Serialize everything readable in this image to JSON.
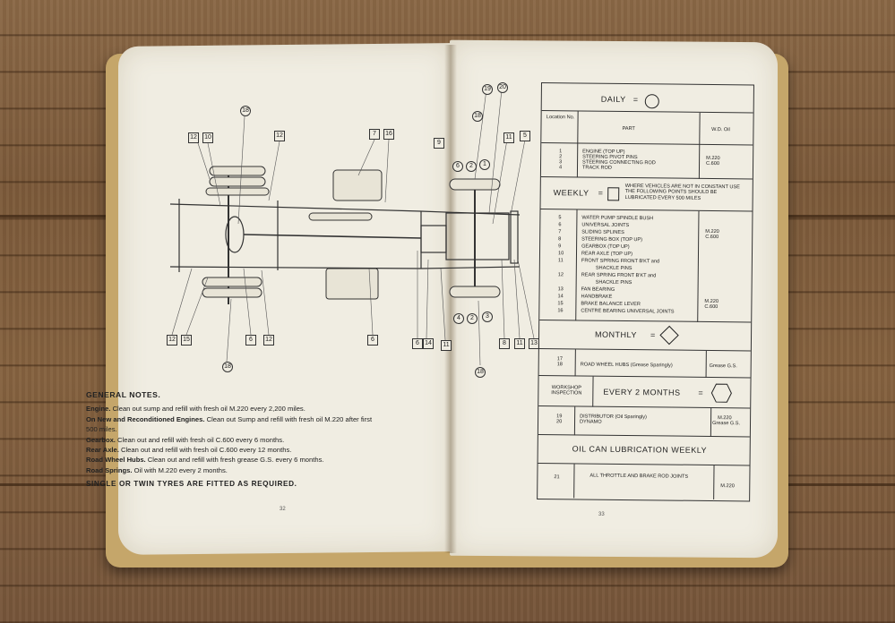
{
  "left_page": {
    "callouts_top": [
      "12",
      "10",
      "18",
      "12",
      "7",
      "16"
    ],
    "callouts_bottom": [
      "12",
      "15",
      "18",
      "6",
      "12",
      "6"
    ],
    "callouts_mid_right": [
      "6",
      "14",
      "11"
    ],
    "general_notes": {
      "title": "GENERAL NOTES.",
      "engine_label": "Engine.",
      "engine_text": "Clean out sump and refill with fresh oil M.220 every 2,200 miles.",
      "new_label": "On New and Reconditioned Engines.",
      "new_text": "Clean out Sump and refill with fresh oil M.220 after first 500 miles.",
      "gearbox_label": "Gearbox.",
      "gearbox_text": "Clean out and refill with fresh oil C.600 every 6 months.",
      "rear_axle_label": "Rear Axle.",
      "rear_axle_text": "Clean out and refill with fresh oil C.600 every 12 months.",
      "hubs_label": "Road Wheel Hubs.",
      "hubs_text": "Clean out and refill with fresh grease G.S. every 6 months.",
      "springs_label": "Road Springs.",
      "springs_text": "Oil with M.220 every 2 months.",
      "final_line": "SINGLE OR TWIN TYRES ARE FITTED AS REQUIRED."
    },
    "page_number": "32"
  },
  "right_page": {
    "callouts_top": [
      "19",
      "20",
      "18",
      "9",
      "11",
      "5"
    ],
    "callouts_mid": [
      "6",
      "2",
      "1"
    ],
    "callouts_bottom": [
      "4",
      "2",
      "3",
      "8",
      "11",
      "13",
      "18"
    ],
    "chart": {
      "daily_label": "DAILY",
      "location_header": "Location No.",
      "part_header": "PART",
      "wd_header": "W.D. Oil",
      "daily_nums": [
        "1",
        "2",
        "3",
        "4"
      ],
      "daily_parts": [
        "ENGINE (TOP UP)",
        "STEERING PIVOT PINS",
        "STEERING CONNECTING ROD",
        "TRACK ROD"
      ],
      "daily_oil": [
        "M.220",
        "C.600"
      ],
      "weekly_label": "WEEKLY",
      "weekly_note": "WHERE VEHICLES ARE NOT IN CONSTANT USE THE FOLLOWING POINTS SHOULD BE LUBRICATED EVERY 500 MILES",
      "weekly_nums": [
        "5",
        "6",
        "7",
        "8",
        "9",
        "10",
        "11",
        "",
        "12",
        "",
        "13",
        "14",
        "15",
        "16"
      ],
      "weekly_parts": [
        "WATER PUMP SPINDLE BUSH",
        "UNIVERSAL JOINTS",
        "SLIDING SPLINES",
        "STEERING BOX (TOP UP)",
        "GEARBOX (TOP UP)",
        "REAR AXLE (TOP UP)",
        "FRONT SPRING FRONT B'KT and",
        "SHACKLE PINS",
        "REAR SPRING FRONT B'KT and",
        "SHACKLE PINS",
        "FAN BEARING",
        "HANDBRAKE",
        "BRAKE BALANCE LEVER",
        "CENTRE BEARING UNIVERSAL JOINTS"
      ],
      "weekly_oil_a": [
        "M.220",
        "C.600"
      ],
      "weekly_oil_b": [
        "M.220",
        "C.600"
      ],
      "monthly_label": "MONTHLY",
      "monthly_nums": [
        "17",
        "18"
      ],
      "monthly_part": "ROAD WHEEL HUBS (Grease Sparingly)",
      "monthly_oil": "Grease G.S.",
      "workshop_label": "WORKSHOP INSPECTION",
      "two_months_label": "EVERY 2 MONTHS",
      "twomonth_nums": [
        "19",
        "20"
      ],
      "twomonth_parts": [
        "DISTRIBUTOR (Oil Sparingly)",
        "DYNAMO"
      ],
      "twomonth_oil": [
        "M.220",
        "Grease G.S."
      ],
      "oilcan_label": "OIL CAN LUBRICATION WEEKLY",
      "oilcan_num": "21",
      "oilcan_part": "ALL THROTTLE AND BRAKE ROD JOINTS",
      "oilcan_oil": "M.220"
    },
    "page_number": "33"
  },
  "colors": {
    "page": "#f0ede2",
    "ink": "#222222",
    "cover": "#c5a66a",
    "wood": "#7c5a3a"
  }
}
